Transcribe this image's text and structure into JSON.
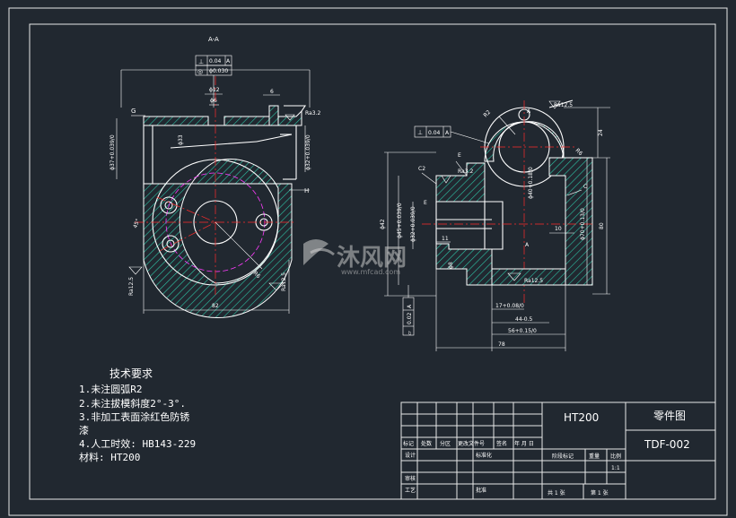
{
  "section_label": "A-A",
  "section_marker_a": "A",
  "tolerance_frames": {
    "left_perp": "⊥",
    "left_perp_value": "0.04",
    "left_perp_ref": "A",
    "left_pos": "◎",
    "left_pos_value": "ϕ0.030",
    "right_perp": "⊥",
    "right_perp_value": "0.04",
    "right_perp_ref": "A",
    "bottom_flat": "▱",
    "bottom_flat_value": "0.02",
    "bottom_flat_ref": "A"
  },
  "left_view": {
    "dim_phi12": "ϕ12",
    "dim_phi6": "ϕ6",
    "dim_6": "6",
    "dim_phi33": "ϕ33",
    "dim_left_dia": "ϕ37+0.039/0",
    "dim_right_dia": "ϕ32+0.039/0",
    "label_G": "G",
    "label_H": "H",
    "dim_45": "45°",
    "dim_82": "82",
    "dim_R6": "R6",
    "ra_top": "Ra3.2",
    "ra_left": "Ra12.5",
    "ra_right": "Ra12.5"
  },
  "right_view": {
    "dim_r2": "R2",
    "ra_top": "Ra12.5",
    "dim_24": "24",
    "dim_R6": "R6",
    "label_E": "E",
    "label_C2": "C2",
    "ra_mid": "Ra3.2",
    "label_A": "A",
    "label_C": "C",
    "label_E2": "E",
    "dim_phi42": "ϕ42",
    "dim_phi45": "ϕ45+0.039/0",
    "dim_phi32": "ϕ32+0.039/0",
    "dim_phi40": "ϕ40+0.18/0",
    "dim_phi70": "ϕ70+0.13/0",
    "dim_80": "80",
    "dim_10": "10",
    "dim_11": "11",
    "dim_phi8": "ϕ8",
    "ra_bottom": "Ra12.5",
    "dim_17": "17+0.08/0",
    "dim_44": "44-0.5",
    "dim_56": "56+0.15/0",
    "dim_78": "78"
  },
  "notes": {
    "title": "技术要求",
    "lines": [
      "1.未注圆弧R2",
      "2.未注拔模斜度2°-3°.",
      "3.非加工表面涂红色防锈",
      "漆",
      "4.人工时效: HB143-229",
      "材料: HT200"
    ]
  },
  "title_block": {
    "material": "HT200",
    "name": "零件图",
    "code": "TDF-002",
    "scale": "1:1",
    "h_mark": "标记",
    "h_count": "处数",
    "h_zone": "分区",
    "h_change": "更改文件号",
    "h_sign": "签名",
    "h_date": "年 月 日",
    "h_design": "设计",
    "h_std": "标准化",
    "h_stage": "阶段标记",
    "h_weight": "重量",
    "h_scale": "比例",
    "h_review": "审核",
    "h_process": "工艺",
    "h_approve": "批准",
    "h_total": "共  1  张",
    "h_sheet": "第  1  张"
  },
  "watermark": {
    "brand": "沐风网",
    "url": "www.mfcad.com"
  }
}
